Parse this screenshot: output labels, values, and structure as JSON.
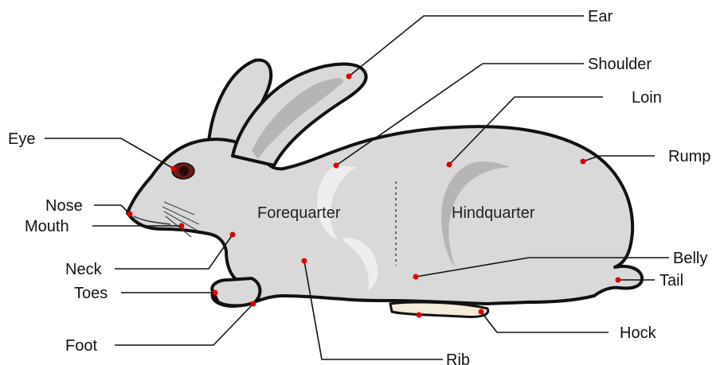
{
  "colors": {
    "body_fill": "#d9d9d9",
    "outline": "#111111",
    "shade": "#b5b5b5",
    "highlight": "#eeeeee",
    "marker": "#e00000",
    "eye": "#6b1a1a",
    "hock_pad": "#f4ecd8"
  },
  "regions": {
    "forequarter": "Forequarter",
    "hindquarter": "Hindquarter"
  },
  "labels": {
    "ear": "Ear",
    "shoulder": "Shoulder",
    "loin": "Loin",
    "rump": "Rump",
    "eye": "Eye",
    "nose": "Nose",
    "mouth": "Mouth",
    "neck": "Neck",
    "toes": "Toes",
    "foot": "Foot",
    "rib": "Rib",
    "belly": "Belly",
    "tail": "Tail",
    "hock": "Hock"
  }
}
